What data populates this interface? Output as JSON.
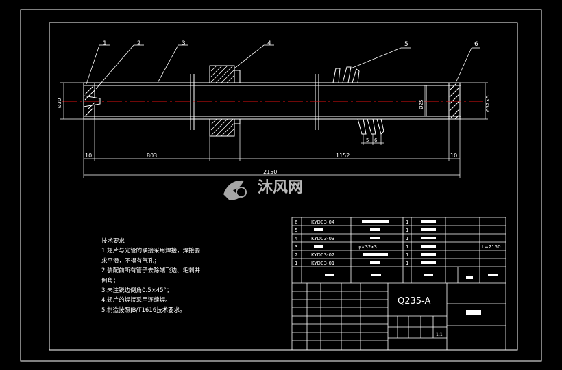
{
  "callouts": [
    "1",
    "2",
    "3",
    "4",
    "5",
    "6"
  ],
  "dimensions": {
    "left_diameter": "Ø30",
    "inner_diameter": "Ø25",
    "right_diameter": "Ø32×5",
    "left_end": "10",
    "left_span": "803",
    "right_span": "1152",
    "right_end": "10",
    "overall": "2150",
    "fin_gap_a": "5",
    "fin_gap_b": "6"
  },
  "watermark": {
    "brand_text": "沐风网"
  },
  "tech_requirements": {
    "title": "技术要求",
    "lines": [
      "1.翅片与光管的联接采用焊接，焊接要",
      "求平滑，不得有气孔；",
      "2.装配前所有管子去除端飞边、毛刺并",
      "倒角；",
      "3.未注锐边倒角0.5×45°；",
      "4.翅片的焊接采用连续焊。",
      "5.制造按照JB/T1616技术要求。"
    ]
  },
  "parts_list": [
    {
      "no": "6",
      "code": "KYD03-04",
      "name": "",
      "qty": "1",
      "material": ""
    },
    {
      "no": "5",
      "code": "",
      "name": "",
      "qty": "1",
      "material": ""
    },
    {
      "no": "4",
      "code": "KYD03-03",
      "name": "",
      "qty": "1",
      "material": ""
    },
    {
      "no": "3",
      "code": "",
      "name": "φ×32x3",
      "qty": "1",
      "material": ""
    },
    {
      "no": "2",
      "code": "KYD03-02",
      "name": "",
      "qty": "1",
      "material": ""
    },
    {
      "no": "1",
      "code": "KYD03-01",
      "name": "",
      "qty": "1",
      "material": ""
    }
  ],
  "length_note": "L=2150",
  "material": "Q235-A",
  "scale": "1:1"
}
